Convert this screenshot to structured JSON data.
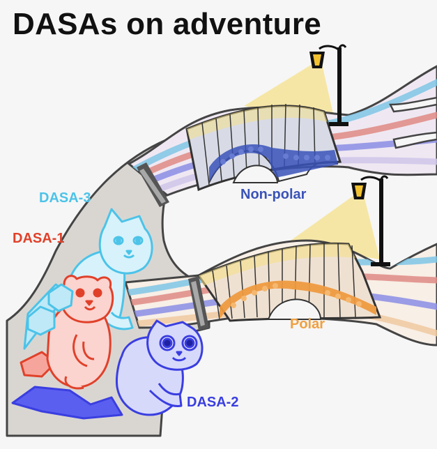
{
  "title": "DASAs on adventure",
  "labels": {
    "dasa3": "DASA-3",
    "dasa1": "DASA-1",
    "dasa2": "DASA-2",
    "nonpolar": "Non-polar",
    "polar": "Polar"
  },
  "colors": {
    "dasa1": "#e0412a",
    "dasa2": "#3a3ee0",
    "dasa3": "#4cc3e8",
    "nonpolar": "#3a52b8",
    "polar": "#f0a040",
    "light": "#f5e08a",
    "ground": "#d9d6d2"
  },
  "icons": [
    "street-lamp-icon",
    "bridge-icon",
    "cat-icon",
    "hamster-icon"
  ]
}
